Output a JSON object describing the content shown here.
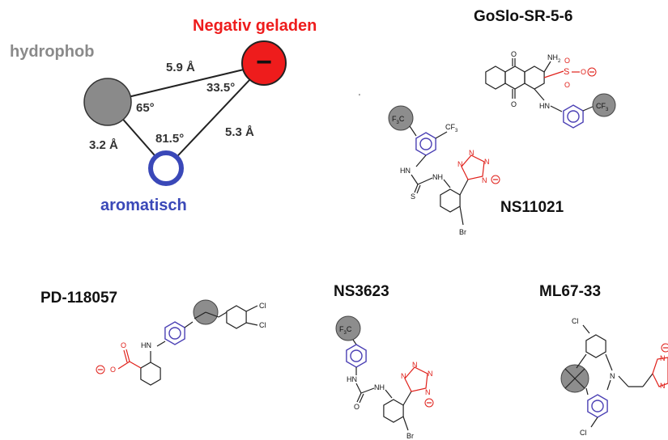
{
  "pharmacophore": {
    "hydrophobic_label": "hydrophob",
    "negative_label": "Negativ geladen",
    "aromatic_label": "aromatisch",
    "minus_symbol": "−",
    "distances": [
      "5.9 Å",
      "3.2 Å",
      "5.3 Å"
    ],
    "angles": [
      "65°",
      "33.5°",
      "81.5°"
    ],
    "colors": {
      "hydrophobic": "#8a8a8a",
      "negative": "#ee1c1c",
      "aromatic": "#3a48b8"
    }
  },
  "compounds": {
    "gosl": {
      "name": "GoSlo-SR-5-6",
      "atoms": {
        "nh2": "NH",
        "nh2_sub": "2",
        "s": "S",
        "o1": "O",
        "o2": "O",
        "o3": "O",
        "ox1": "O",
        "ox2": "O",
        "hn": "HN",
        "cf3": "CF",
        "cf3_sub": "3"
      }
    },
    "ns11021": {
      "name": "NS11021",
      "atoms": {
        "f3c": "F",
        "f3c_sub": "3",
        "f3c_c": "C",
        "cf3": "CF",
        "cf3_sub": "3",
        "hn": "HN",
        "nh": "NH",
        "s": "S",
        "n1": "N",
        "n2": "N",
        "n3": "N",
        "n4": "N",
        "br": "Br"
      }
    },
    "pd": {
      "name": "PD-118057",
      "atoms": {
        "hn": "HN",
        "cl1": "Cl",
        "cl2": "Cl",
        "o1": "O",
        "o2": "O"
      }
    },
    "ns3623": {
      "name": "NS3623",
      "atoms": {
        "f3c": "F",
        "f3c_sub": "3",
        "f3c_c": "C",
        "hn": "HN",
        "nh": "NH",
        "o": "O",
        "n1": "N",
        "n2": "N",
        "n3": "N",
        "n4": "N",
        "br": "Br"
      }
    },
    "ml": {
      "name": "ML67-33",
      "atoms": {
        "cl1": "Cl",
        "cl2": "Cl",
        "n": "N",
        "n1": "N",
        "n2": "N"
      }
    }
  }
}
